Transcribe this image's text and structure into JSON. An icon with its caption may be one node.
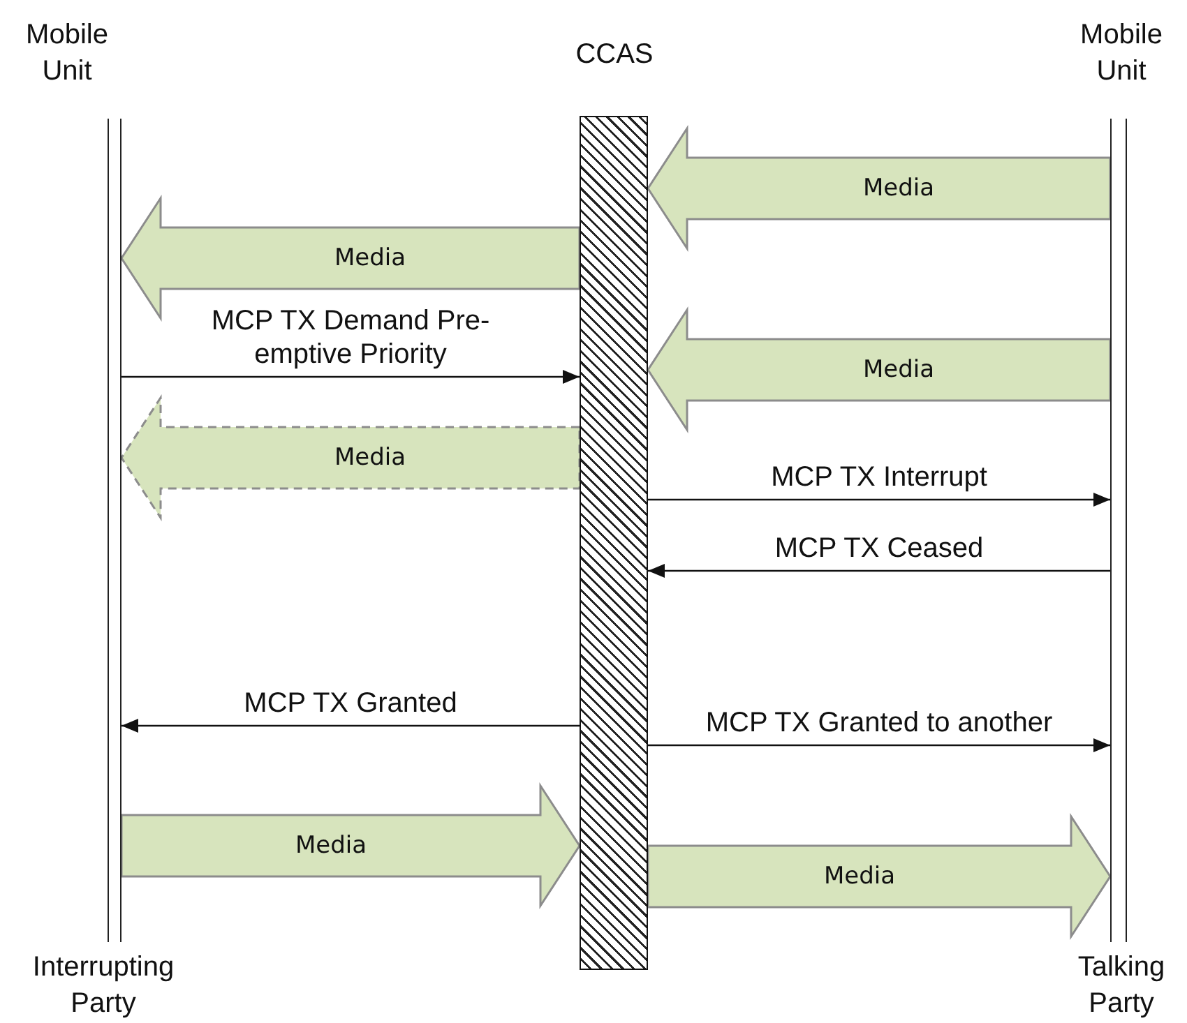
{
  "diagram": {
    "nodes": [
      {
        "text": [
          "Mobile Unit",
          "Interrupting Party"
        ]
      },
      {
        "text": [
          "CCAS"
        ]
      },
      {
        "text": [
          "Mobile Unit",
          "Talking Party"
        ]
      }
    ],
    "edges": [
      {
        "from": 2,
        "to": 1,
        "arrow": "to",
        "label": "Media",
        "style": "thick",
        "color": "#d7e4bd"
      },
      {
        "from": 1,
        "to": 0,
        "arrow": "to",
        "label": "Media",
        "style": "thick",
        "color": "#d7e4bd"
      },
      {
        "from": 0,
        "to": 1,
        "arrow": "to",
        "label": "MCP TX Demand Pre-emptive Priority"
      },
      {
        "from": 2,
        "to": 1,
        "arrow": "to",
        "label": "Media",
        "style": "thick",
        "color": "#d7e4bd"
      },
      {
        "from": 1,
        "to": 0,
        "arrow": "to",
        "label": "Media",
        "style": "dashed",
        "color": "#d7e4bd"
      },
      {
        "from": 1,
        "to": 2,
        "arrow": "to",
        "label": "MCP TX Interrupt"
      },
      {
        "from": 2,
        "to": 1,
        "arrow": "to",
        "label": "MCP TX Ceased"
      },
      {
        "from": 1,
        "to": 0,
        "arrow": "to",
        "label": "MCP TX Granted"
      },
      {
        "from": 1,
        "to": 2,
        "arrow": "to",
        "label": "MCP TX Granted to another"
      },
      {
        "from": 0,
        "to": 1,
        "arrow": "to",
        "label": "Media",
        "style": "thick",
        "color": "#d7e4bd"
      },
      {
        "from": 1,
        "to": 2,
        "arrow": "to",
        "label": "Media",
        "style": "thick",
        "color": "#d7e4bd"
      }
    ]
  }
}
